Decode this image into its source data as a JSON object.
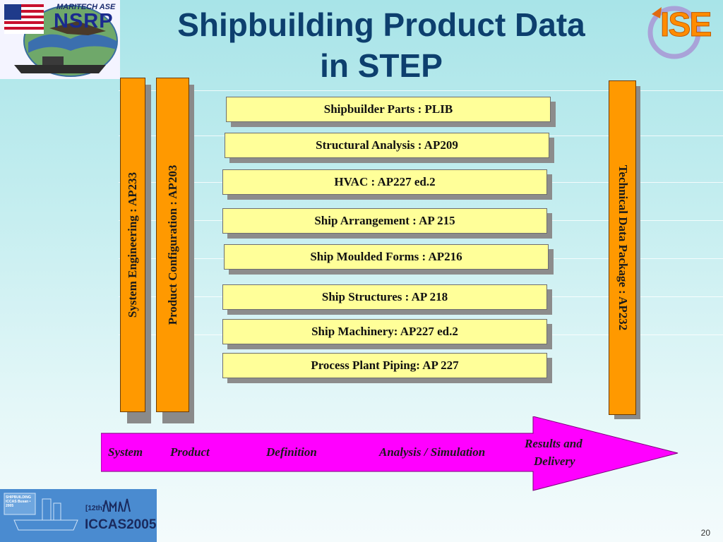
{
  "slide": {
    "title_line1": "Shipbuilding Product Data",
    "title_line2": "in STEP",
    "page_number": "20"
  },
  "logos": {
    "nsrp_top": "MARITECH ASE",
    "nsrp_main": "NSRP",
    "ise": "ISE",
    "iccas_small": "SHIPBUILDING ICCAS Busan • 2005",
    "iccas_tag": "[12th]",
    "iccas_main": "ICCAS2005"
  },
  "vertical_bars": {
    "system_engineering": "System Engineering : AP233",
    "product_configuration": "Product Configuration : AP203",
    "technical_data_package": "Technical Data Package : AP232"
  },
  "protocol_boxes": [
    "Shipbuilder Parts : PLIB",
    "Structural  Analysis : AP209",
    "HVAC   : AP227 ed.2",
    "Ship  Arrangement : AP 215",
    "Ship Moulded Forms : AP216",
    "Ship Structures : AP 218",
    "Ship Machinery: AP227 ed.2",
    "Process Plant Piping: AP 227"
  ],
  "lifecycle_arrow": {
    "system": "System",
    "product": "Product",
    "definition": "Definition",
    "analysis": "Analysis / Simulation",
    "results_line1": "Results and",
    "results_line2": "Delivery"
  },
  "colors": {
    "title": "#0d3f6e",
    "bar": "#ff9900",
    "box": "#ffff99",
    "arrow": "#ff00ff"
  }
}
